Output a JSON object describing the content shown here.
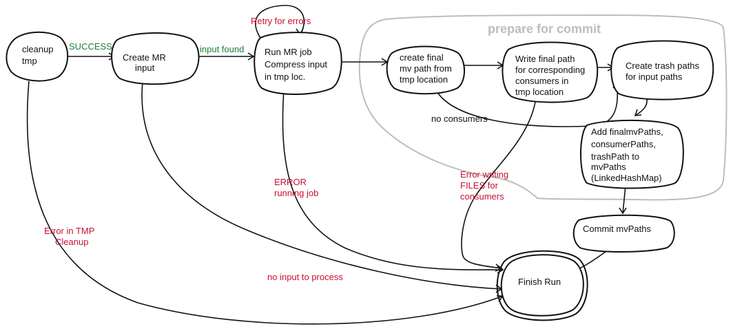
{
  "colors": {
    "node_stroke": "#111111",
    "error_label": "#c8102e",
    "success_label": "#1a7f37",
    "group_outline": "#bdbdbd"
  },
  "group": {
    "title": "prepare for commit"
  },
  "nodes": {
    "cleanup": [
      "cleanup",
      "tmp"
    ],
    "create_input": [
      "Create MR",
      "input"
    ],
    "run_job": [
      "Run MR job",
      "Compress input",
      "in tmp loc."
    ],
    "final_mv": [
      "create final",
      "mv path from",
      "tmp location"
    ],
    "write_final": [
      "Write final path",
      "for corresponding",
      "consumers in",
      "tmp location"
    ],
    "trash_paths": [
      "Create trash paths",
      "for input paths"
    ],
    "add_paths": [
      "Add finalmvPaths,",
      "consumerPaths,",
      "trashPath to",
      "mvPaths",
      "(LinkedHashMap)"
    ],
    "commit": [
      "Commit mvPaths"
    ],
    "finish": [
      "Finish Run"
    ]
  },
  "edge_labels": {
    "success": [
      "SUCCESS"
    ],
    "input_found": [
      "input found"
    ],
    "retry": [
      "Retry for errors"
    ],
    "no_consumers": [
      "no consumers"
    ],
    "error_running": [
      "ERROR",
      "running job"
    ],
    "error_writing": [
      "Error writing",
      "FILES for",
      "consumers"
    ],
    "error_tmp": [
      "Error in TMP",
      "Cleanup"
    ],
    "no_input": [
      "no input to process"
    ]
  }
}
